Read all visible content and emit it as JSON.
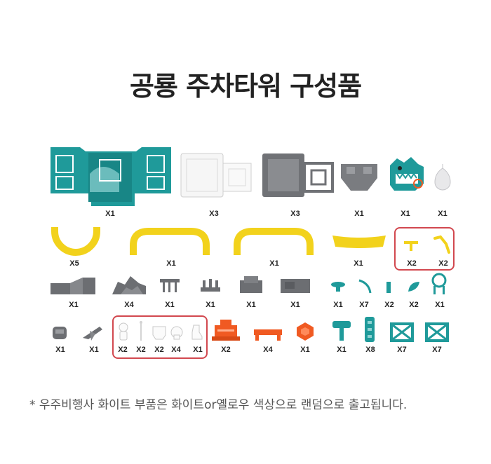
{
  "title": "공룡 주차타워 구성품",
  "note": "*  우주비행사 화이트 부품은 화이트or옐로우 색상으로 랜덤으로 출고됩니다.",
  "colors": {
    "teal": "#1f9a9a",
    "white": "#f4f4f4",
    "gray": "#7a7c80",
    "yellow": "#f2d21c",
    "orange": "#f05a22",
    "outline": "#d2484f"
  },
  "row1": [
    {
      "name": "teal-base-plate",
      "qty": "X1"
    },
    {
      "name": "white-floor-panel",
      "qty": "X3"
    },
    {
      "name": "gray-floor-panel",
      "qty": "X3"
    },
    {
      "name": "gray-block",
      "qty": "X1"
    },
    {
      "name": "dino-head",
      "qty": "X1"
    },
    {
      "name": "clear-drop",
      "qty": "X1"
    }
  ],
  "row2": [
    {
      "name": "yellow-u-track",
      "qty": "X5"
    },
    {
      "name": "yellow-arch-track-1",
      "qty": "X1"
    },
    {
      "name": "yellow-arch-track-2",
      "qty": "X1"
    },
    {
      "name": "yellow-flat-track",
      "qty": "X1"
    },
    {
      "name": "yellow-small-part",
      "qty": "X2"
    },
    {
      "name": "yellow-arm-part",
      "qty": "X2"
    }
  ],
  "row3": [
    {
      "name": "gray-ramp",
      "qty": "X1"
    },
    {
      "name": "gray-rock",
      "qty": "X4"
    },
    {
      "name": "gray-table",
      "qty": "X1"
    },
    {
      "name": "gray-fence",
      "qty": "X1"
    },
    {
      "name": "gray-box",
      "qty": "X1"
    },
    {
      "name": "gray-crate",
      "qty": "X1"
    },
    {
      "name": "teal-mushroom",
      "qty": "X1"
    },
    {
      "name": "teal-curve",
      "qty": "X7"
    },
    {
      "name": "teal-post",
      "qty": "X2"
    },
    {
      "name": "teal-leaf",
      "qty": "X2"
    },
    {
      "name": "teal-ring",
      "qty": "X1"
    }
  ],
  "row4": [
    {
      "name": "gray-car",
      "qty": "X1"
    },
    {
      "name": "gray-jet",
      "qty": "X1"
    },
    {
      "name": "white-astronaut",
      "qty": "X2"
    },
    {
      "name": "white-pole",
      "qty": "X2"
    },
    {
      "name": "white-seat",
      "qty": "X2"
    },
    {
      "name": "white-helmet",
      "qty": "X4"
    },
    {
      "name": "white-boot",
      "qty": "X1"
    },
    {
      "name": "orange-machine",
      "qty": "X2"
    },
    {
      "name": "orange-bench",
      "qty": "X4"
    },
    {
      "name": "orange-hexagon",
      "qty": "X1"
    },
    {
      "name": "teal-hammer",
      "qty": "X1"
    },
    {
      "name": "teal-ladder",
      "qty": "X8"
    },
    {
      "name": "teal-gate-1",
      "qty": "X7"
    },
    {
      "name": "teal-gate-2",
      "qty": "X7"
    }
  ]
}
